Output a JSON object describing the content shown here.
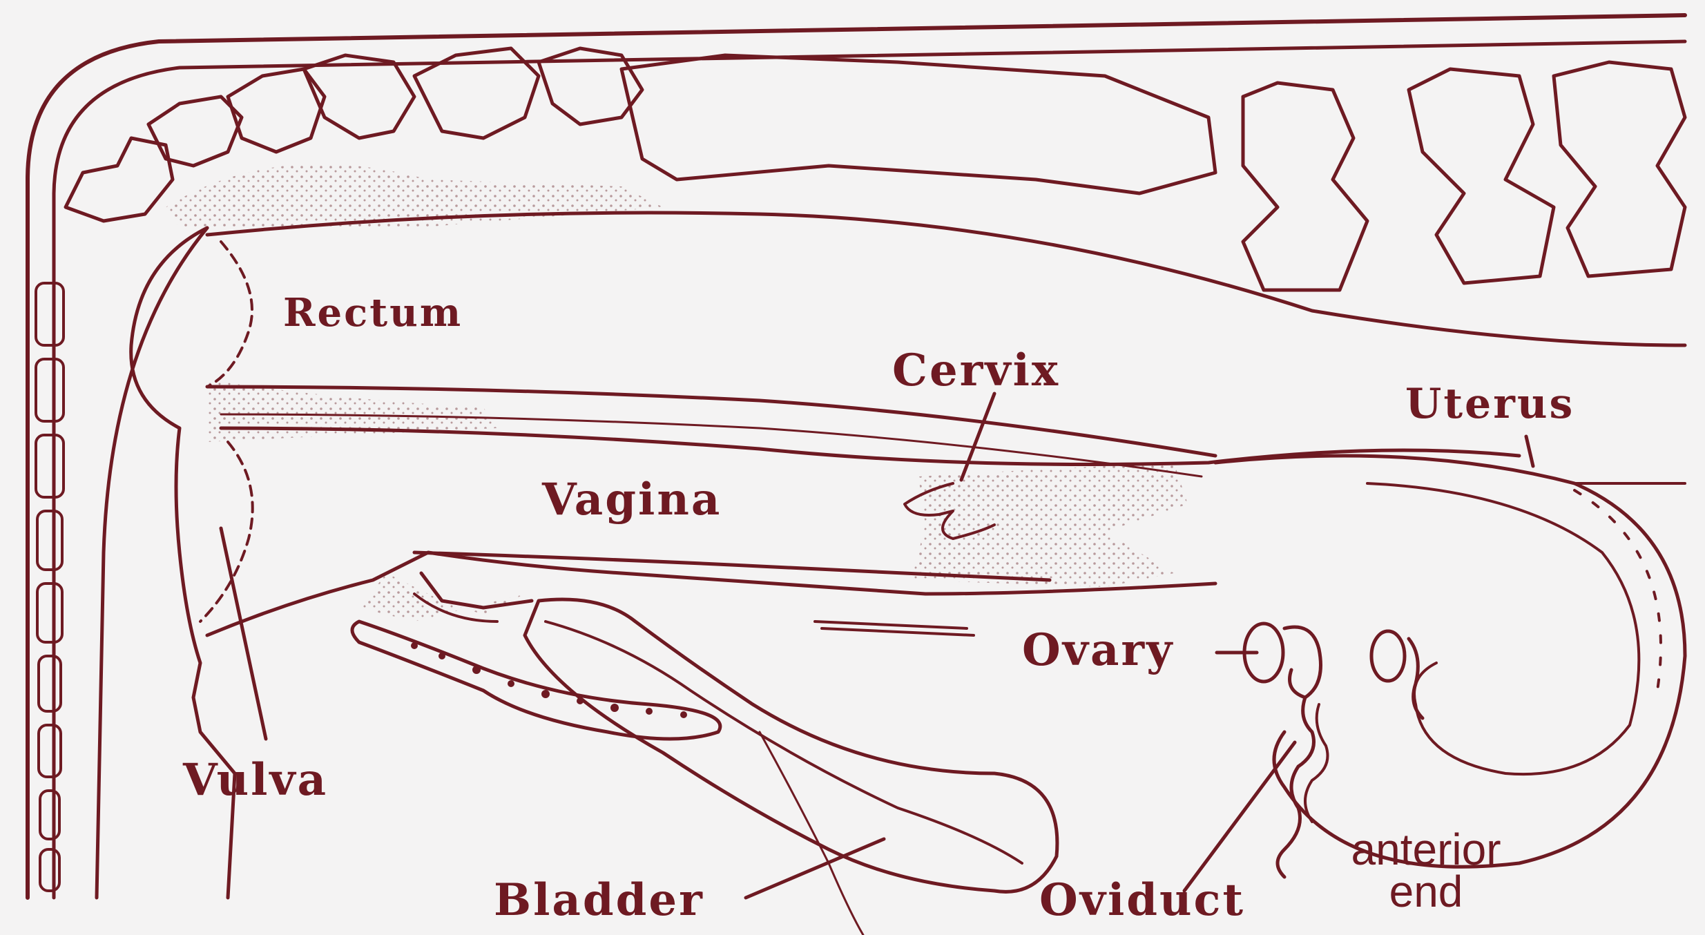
{
  "diagram": {
    "colors": {
      "ink": "#6e1a22",
      "background": "#f4f3f3",
      "stipple": "#b89a9c"
    },
    "labels": {
      "rectum": "Rectum",
      "cervix": "Cervix",
      "uterus": "Uterus",
      "vagina": "Vagina",
      "ovary": "Ovary",
      "vulva": "Vulva",
      "bladder": "Bladder",
      "oviduct": "Oviduct",
      "anterior_end_line1": "anterior",
      "anterior_end_line2": "end"
    }
  }
}
